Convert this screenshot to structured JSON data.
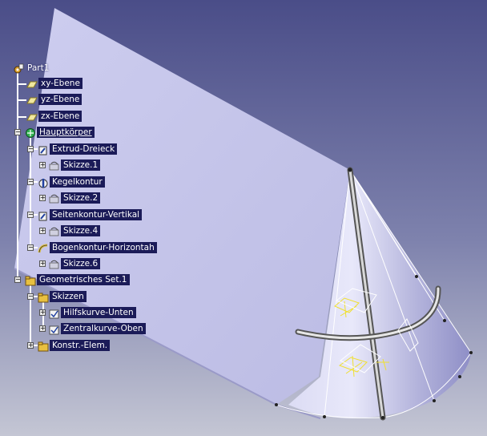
{
  "tree": {
    "root": "Part1",
    "planes": [
      "xy-Ebene",
      "yz-Ebene",
      "zx-Ebene"
    ],
    "body": "Hauptkörper",
    "features": [
      {
        "label": "Extrud-Dreieck",
        "sketch": "Skizze.1",
        "icon": "pad-icon"
      },
      {
        "label": "Kegelkontur",
        "sketch": "Skizze.2",
        "icon": "shaft-icon"
      },
      {
        "label": "Seitenkontur-Vertikal",
        "sketch": "Skizze.4",
        "icon": "pocket-icon"
      },
      {
        "label": "Bogenkontur-Horizontah",
        "sketch": "Skizze.6",
        "icon": "groove-icon"
      }
    ],
    "geoset": "Geometrisches Set.1",
    "sketches_folder": "Skizzen",
    "sketches": [
      "Hilfskurve-Unten",
      "Zentralkurve-Oben"
    ],
    "construction": "Konstr.-Elem."
  },
  "colors": {
    "background_top": "#4a4d88",
    "background_bottom": "#c4c6d4",
    "plane_fill": "#c8c8ec",
    "cone_light": "#e0e0f8",
    "cone_dark": "#8c8cc6",
    "label_bg": "#1b1b58",
    "sketch_yellow": "#f0e030"
  }
}
